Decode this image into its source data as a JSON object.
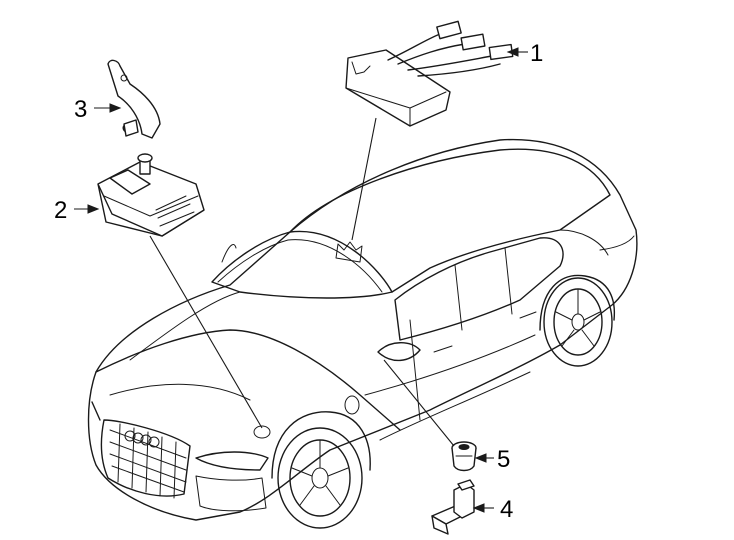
{
  "diagram": {
    "callouts": [
      {
        "number": "1"
      },
      {
        "number": "2"
      },
      {
        "number": "3"
      },
      {
        "number": "4"
      },
      {
        "number": "5"
      }
    ]
  }
}
